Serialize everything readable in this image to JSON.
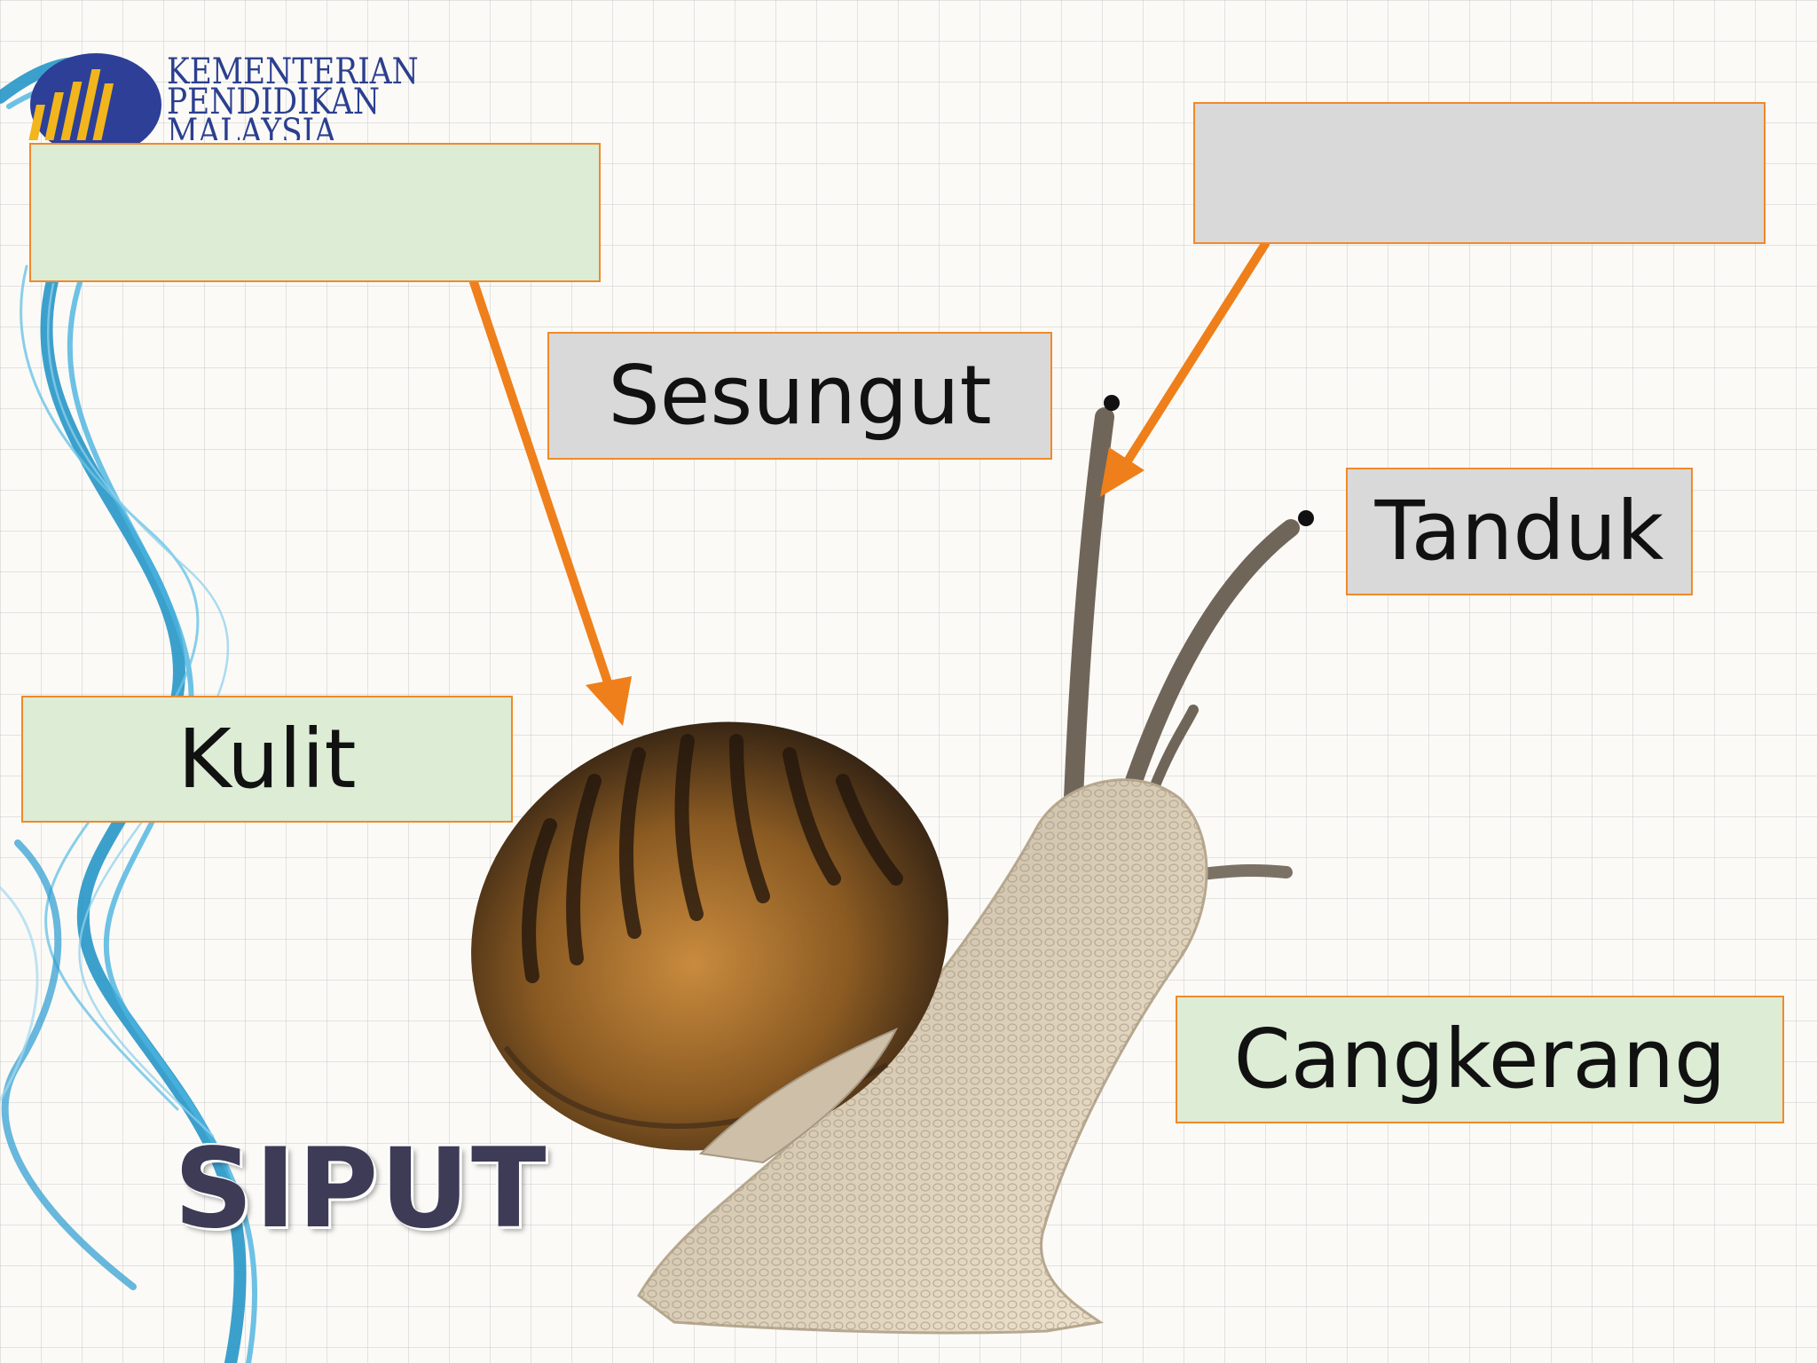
{
  "logo": {
    "line1": "KEMENTERIAN",
    "line2": "PENDIDIKAN",
    "line3": "MALAYSIA",
    "color": "#2b3f8f"
  },
  "labels": {
    "blank_top_left": "",
    "blank_top_right": "",
    "sesungut": "Sesungut",
    "tanduk": "Tanduk",
    "kulit": "Kulit",
    "cangkerang": "Cangkerang"
  },
  "title": "SIPUT",
  "colors": {
    "arrow": "#ef7f1a",
    "box_border": "#ef8a2a",
    "box_green": "#dcecd5",
    "box_grey": "#d9d9d9"
  },
  "image": {
    "subject": "garden snail"
  }
}
